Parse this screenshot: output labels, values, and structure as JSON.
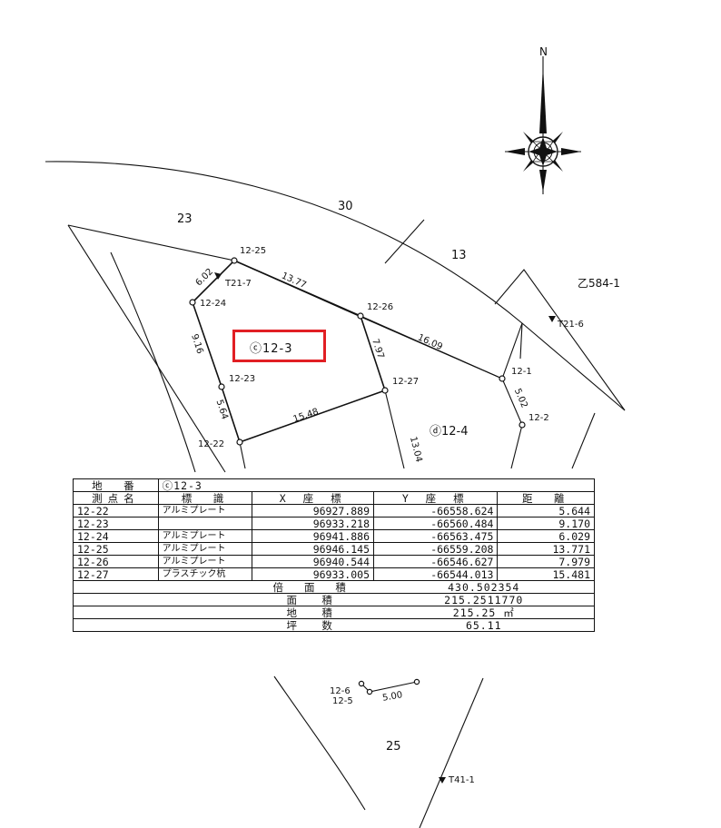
{
  "compass": {
    "label": "N"
  },
  "parcels": {
    "p23_top": "23",
    "p30": "30",
    "p13": "13",
    "p584": "乙584-1",
    "lot_main": "ⓒ12-3",
    "lot_neighbor": "ⓓ12-4",
    "p25": "25"
  },
  "points": {
    "p12_25": "12-25",
    "t21_7": "T21-7",
    "p12_24": "12-24",
    "p12_26": "12-26",
    "t21_6": "T21-6",
    "p12_23": "12-23",
    "p12_27": "12-27",
    "p12_1": "12-1",
    "p12_2": "12-2",
    "p12_22": "12-22",
    "p12_6": "12-6",
    "p12_5": "12-5",
    "t41_1": "T41-1"
  },
  "distances": {
    "d1": "6.02",
    "d2": "13.77",
    "d3": "16.09",
    "d4": "9.16",
    "d5": "7.97",
    "d6": "5.02",
    "d7": "5.64",
    "d8": "15.48",
    "d9": "13.04",
    "d10": "5.00"
  },
  "table": {
    "lot_header": "地　番",
    "lot_value": "ⓒ12-3",
    "headers": [
      "測点名",
      "標　識",
      "X 座 標",
      "Y 座 標",
      "距　離"
    ],
    "rows": [
      [
        "12-22",
        "アルミプレート",
        "96927.889",
        "-66558.624",
        "5.644"
      ],
      [
        "12-23",
        "",
        "96933.218",
        "-66560.484",
        "9.170"
      ],
      [
        "12-24",
        "アルミプレート",
        "96941.886",
        "-66563.475",
        "6.029"
      ],
      [
        "12-25",
        "アルミプレート",
        "96946.145",
        "-66559.208",
        "13.771"
      ],
      [
        "12-26",
        "アルミプレート",
        "96940.544",
        "-66546.627",
        "7.979"
      ],
      [
        "12-27",
        "プラスチック杭",
        "96933.005",
        "-66544.013",
        "15.481"
      ]
    ],
    "summary": [
      {
        "label": "倍 面 積",
        "value": "430.502354"
      },
      {
        "label": "面　積",
        "value": "215.2511770"
      },
      {
        "label": "地　積",
        "value": "215.25 ㎡"
      },
      {
        "label": "坪　数",
        "value": "65.11"
      }
    ]
  },
  "colors": {
    "highlight": "#e11f24",
    "ink": "#111111"
  }
}
